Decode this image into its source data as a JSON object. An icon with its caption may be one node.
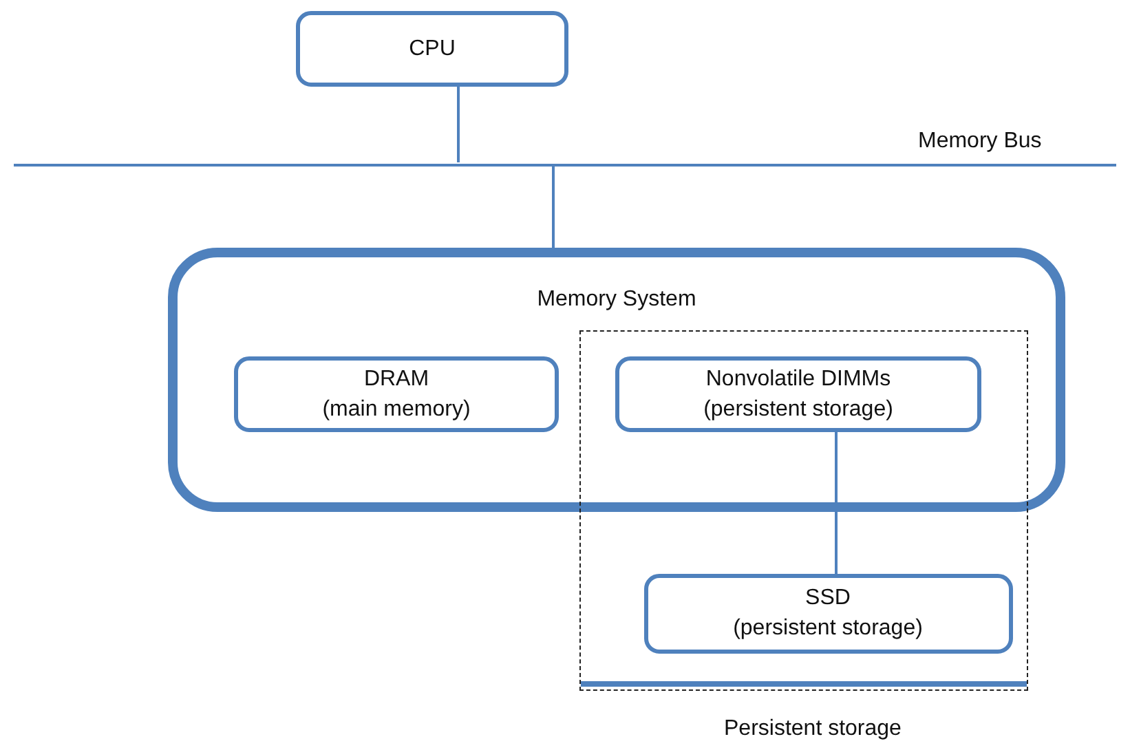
{
  "diagram": {
    "nodes": [
      {
        "text": [
          "CPU"
        ]
      },
      {
        "text": [
          "Memory Bus"
        ]
      },
      {
        "text": [
          "Memory System"
        ]
      },
      {
        "text": [
          "DRAM",
          "(main memory)"
        ],
        "in": 2
      },
      {
        "text": [
          "Persistent storage"
        ]
      },
      {
        "text": [
          "Nonvolatile DIMMs",
          "(persistent storage)"
        ]
      },
      {
        "text": [
          "SSD",
          "(persistent storage)"
        ],
        "in": 4
      }
    ],
    "edges": [
      {
        "from": 0,
        "to": 1,
        "arrow": "none"
      },
      {
        "from": 1,
        "to": 2,
        "arrow": "none"
      },
      {
        "from": 5,
        "to": 6,
        "arrow": "none"
      }
    ]
  }
}
